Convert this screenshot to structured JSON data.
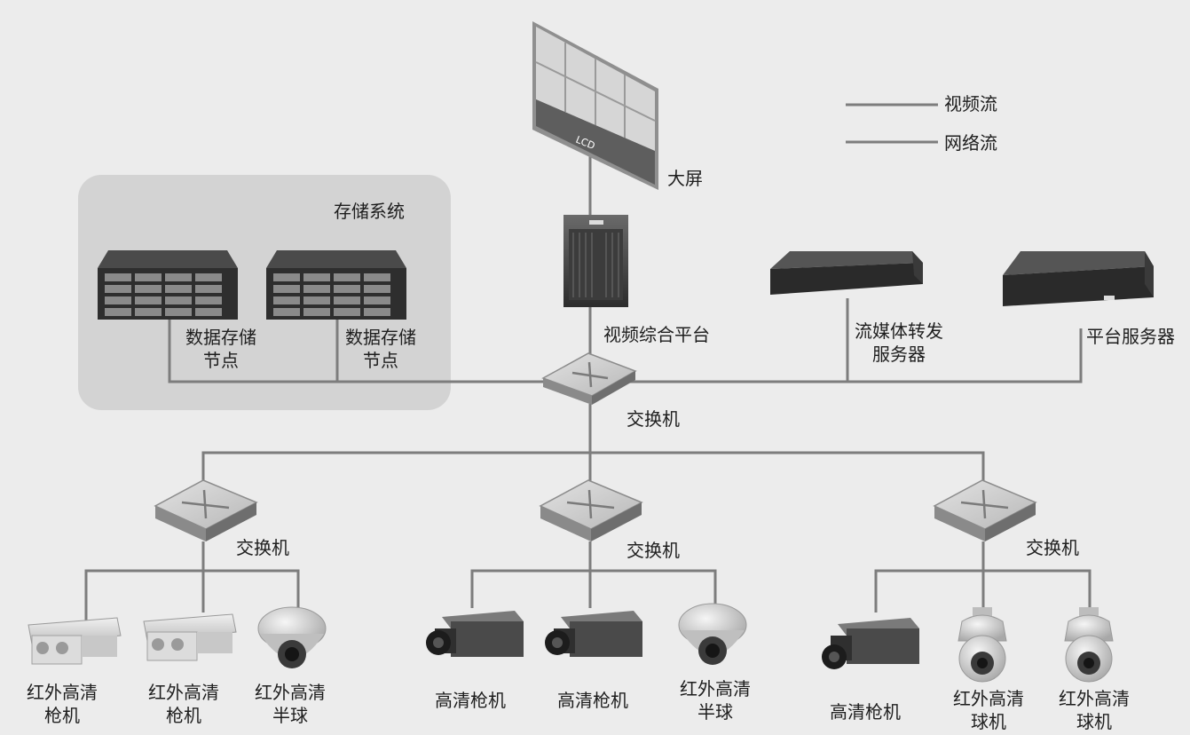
{
  "legend": {
    "video_stream": "视频流",
    "network_stream": "网络流"
  },
  "storage_system": {
    "title": "存储系统",
    "nodes": [
      {
        "label": "数据存储\n节点"
      },
      {
        "label": "数据存储\n节点"
      }
    ]
  },
  "display": {
    "label": "大屏",
    "screen_text": "LCD"
  },
  "video_platform": {
    "label": "视频综合平台"
  },
  "stream_server": {
    "label": "流媒体转发\n服务器"
  },
  "platform_server": {
    "label": "平台服务器"
  },
  "core_switch": {
    "label": "交换机"
  },
  "branches": [
    {
      "switch_label": "交换机",
      "devices": [
        {
          "type": "bullet",
          "label": "红外高清\n枪机"
        },
        {
          "type": "bullet",
          "label": "红外高清\n枪机"
        },
        {
          "type": "dome",
          "label": "红外高清\n半球"
        }
      ]
    },
    {
      "switch_label": "交换机",
      "devices": [
        {
          "type": "box",
          "label": "高清枪机"
        },
        {
          "type": "box",
          "label": "高清枪机"
        },
        {
          "type": "dome",
          "label": "红外高清\n半球"
        }
      ]
    },
    {
      "switch_label": "交换机",
      "devices": [
        {
          "type": "box",
          "label": "高清枪机"
        },
        {
          "type": "ptz",
          "label": "红外高清\n球机"
        },
        {
          "type": "ptz",
          "label": "红外高清\n球机"
        }
      ]
    }
  ]
}
